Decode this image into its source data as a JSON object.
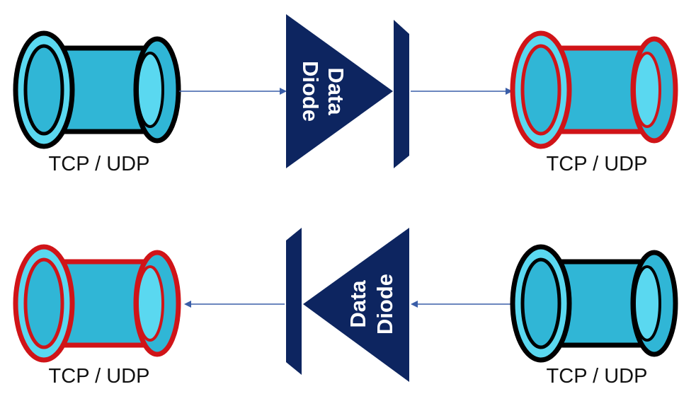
{
  "colors": {
    "pipe_fill": "#30b6d6",
    "pipe_light": "#5ad8f0",
    "diode_fill": "#0d2560",
    "arrow": "#3a5ea8",
    "outline_black": "#000000",
    "outline_red": "#d01418"
  },
  "rows": [
    {
      "direction": "left-to-right",
      "source": {
        "label": "TCP / UDP",
        "outline": "black",
        "icon": "pipe-connector-icon"
      },
      "diode": {
        "line1": "Data",
        "line2": "Diode"
      },
      "target": {
        "label": "TCP / UDP",
        "outline": "red",
        "icon": "pipe-connector-icon"
      }
    },
    {
      "direction": "right-to-left",
      "source": {
        "label": "TCP / UDP",
        "outline": "black",
        "icon": "pipe-connector-icon"
      },
      "diode": {
        "line1": "Data",
        "line2": "Diode"
      },
      "target": {
        "label": "TCP / UDP",
        "outline": "red",
        "icon": "pipe-connector-icon"
      }
    }
  ]
}
